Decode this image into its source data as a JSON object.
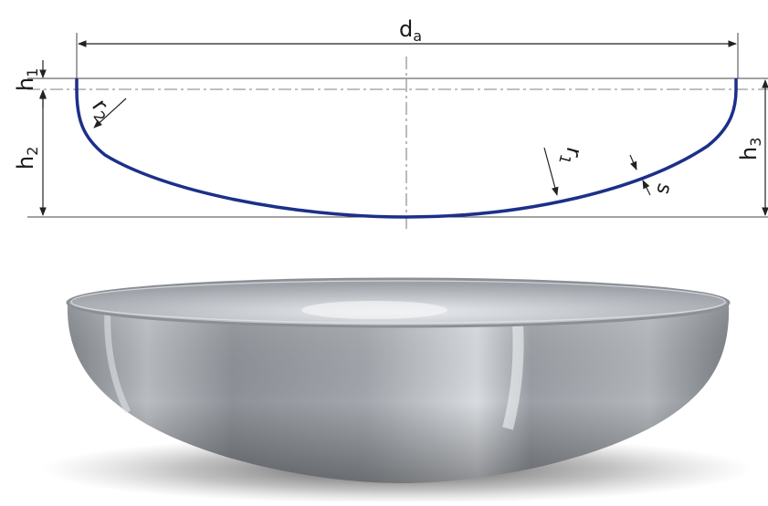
{
  "labels": {
    "outer_diameter": {
      "base": "d",
      "sub": "a"
    },
    "height_1": {
      "base": "h",
      "sub": "1"
    },
    "height_2": {
      "base": "h",
      "sub": "2"
    },
    "height_3": {
      "base": "h",
      "sub": "3"
    },
    "knuckle_radius": {
      "base": "r",
      "sub": "2"
    },
    "crown_radius": {
      "base": "r",
      "sub": "1"
    },
    "wall_thickness": {
      "base": "s",
      "sub": ""
    }
  },
  "colors": {
    "profile": "#1c2f8a",
    "dimension_lines": "#222222",
    "steel_light": "#d7dade",
    "steel_mid": "#a9adb3",
    "steel_dark": "#6b7076"
  },
  "illustration": "torispherical-dished-head-render"
}
